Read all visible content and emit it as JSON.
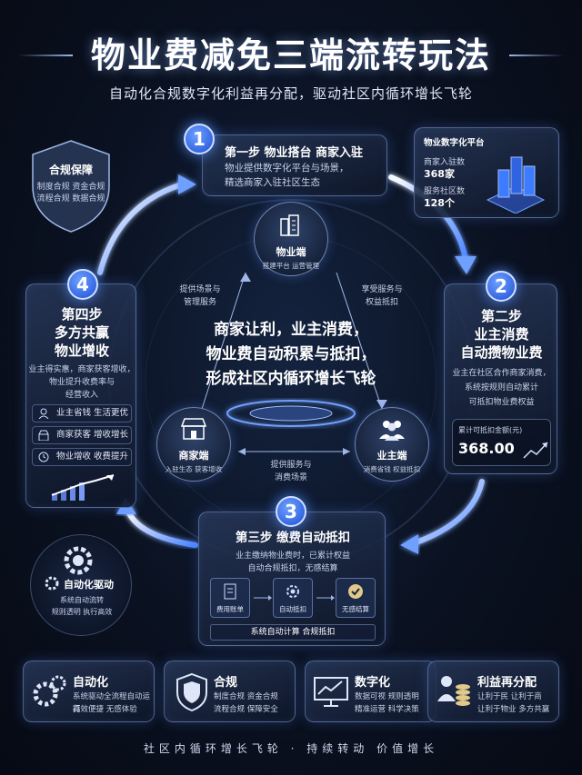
{
  "title": "物业费减免三端流转玩法",
  "subtitle": "自动化合规数字化利益再分配，驱动社区内循环增长飞轮",
  "compliance": {
    "title": "合规保障",
    "line1": "制度合规 资金合规",
    "line2": "流程合规 数据合规"
  },
  "platform": {
    "title": "物业数字化平台",
    "merchants_label": "商家入驻数",
    "merchants_value": "368家",
    "communities_label": "服务社区数",
    "communities_value": "128个"
  },
  "step1": {
    "num": "1",
    "title": "第一步  物业搭台  商家入驻",
    "line1": "物业提供数字化平台与场景，",
    "line2": "精选商家入驻社区生态"
  },
  "step2": {
    "num": "2",
    "title1": "第二步",
    "title2": "业主消费",
    "title3": "自动攒物业费",
    "line1": "业主在社区合作商家消费，",
    "line2": "系统按规则自动累计",
    "line3": "可抵扣物业费权益",
    "amount_label": "累计可抵扣金额(元)",
    "amount_value": "368.00"
  },
  "step3": {
    "num": "3",
    "title": "第三步  缴费自动抵扣",
    "line1": "业主缴纳物业费时，已累计权益",
    "line2": "自动合规抵扣，无感结算",
    "box1": "费用账单",
    "box2": "自动抵扣",
    "box3": "无感结算",
    "bar": "系统自动计算 合规抵扣"
  },
  "step4": {
    "num": "4",
    "title1": "第四步",
    "title2": "多方共赢",
    "title3": "物业增收",
    "line1": "业主得实惠，商家获客增收，",
    "line2": "物业提升收费率与",
    "line3": "经营收入",
    "row1": "业主省钱  生活更优",
    "row2": "商家获客  增收增长",
    "row3": "物业增收  收费提升"
  },
  "center": {
    "line1": "商家让利，业主消费，",
    "line2": "物业费自动积累与抵扣，",
    "line3": "形成社区内循环增长飞轮"
  },
  "nodes": {
    "property": {
      "title": "物业端",
      "sub": "搭建平台 运营管理"
    },
    "merchant": {
      "title": "商家端",
      "sub": "入驻生态 获客增收"
    },
    "owner": {
      "title": "业主端",
      "sub": "消费省钱 权益抵扣"
    }
  },
  "flows": {
    "left_top": {
      "line1": "提供场景与",
      "line2": "管理服务"
    },
    "right_top": {
      "line1": "享受服务与",
      "line2": "权益抵扣"
    },
    "bottom": {
      "line1": "提供服务与",
      "line2": "消费场景"
    }
  },
  "automation": {
    "title": "自动化驱动",
    "line1": "系统自动流转",
    "line2": "规则透明 执行高效"
  },
  "bottom_cards": [
    {
      "title": "自动化",
      "line1": "系统驱动全流程自动运行",
      "line2": "高效便捷 无感体验"
    },
    {
      "title": "合规",
      "line1": "制度合规 资金合规",
      "line2": "流程合规 保障安全"
    },
    {
      "title": "数字化",
      "line1": "数据可视 规则透明",
      "line2": "精准运营 科学决策"
    },
    {
      "title": "利益再分配",
      "line1": "让利于民 让利于商",
      "line2": "让利于物业 多方共赢"
    }
  ],
  "footer": "社区内循环增长飞轮 · 持续转动 价值增长",
  "colors": {
    "accent": "#3d7bff",
    "glow": "#8fb4ff",
    "bg": "#0a1120"
  }
}
